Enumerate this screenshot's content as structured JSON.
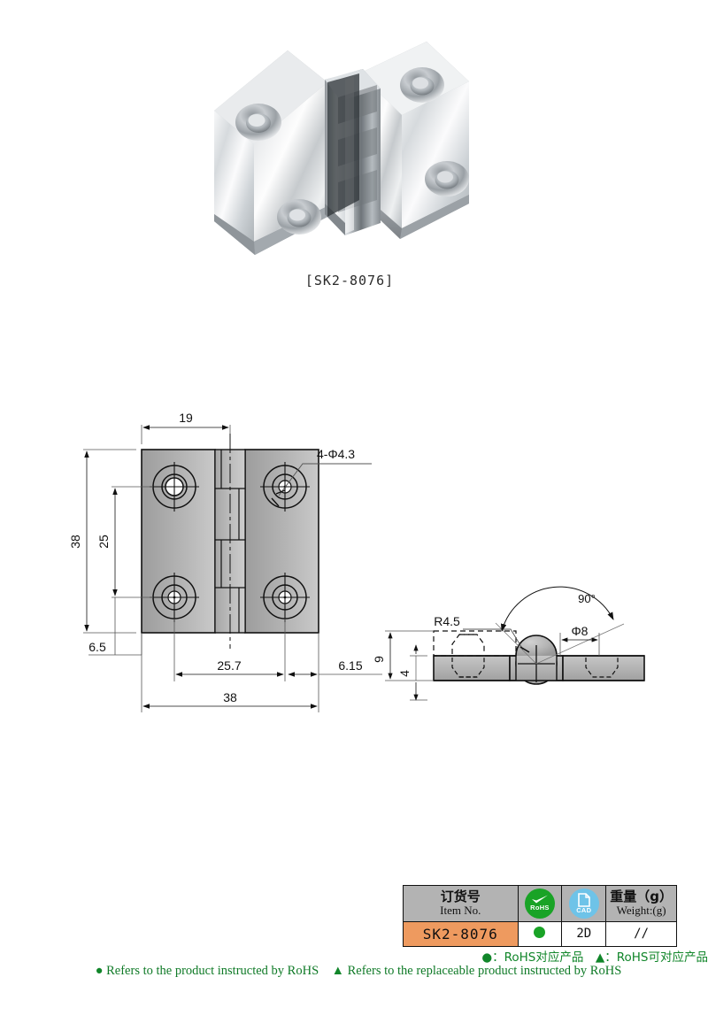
{
  "product": {
    "caption": "[SK2-8076]",
    "image_alt": "stainless-steel-butt-hinge-photo"
  },
  "front_view": {
    "dimensions": {
      "width_top": "19",
      "hole_callout": "4-Φ4.3",
      "height_overall": "38",
      "hole_spacing_vertical": "25",
      "edge_offset_bottom": "6.5",
      "hole_spacing_horizontal": "25.7",
      "edge_offset_right": "6.15",
      "width_overall": "38"
    }
  },
  "side_view": {
    "dimensions": {
      "knuckle_radius": "R4.5",
      "pin_diameter": "Φ8",
      "opening_angle": "90°",
      "thickness_overall": "9",
      "leaf_thickness": "4"
    }
  },
  "spec_table": {
    "headers": {
      "item_no_cn": "订货号",
      "item_no_en": "Item No.",
      "rohs_label": "RoHS",
      "cad_label": "CAD",
      "weight_cn": "重量（g）",
      "weight_en": "Weight:(g)"
    },
    "rows": [
      {
        "item_no": "SK2-8076",
        "rohs": "●",
        "cad": "2D",
        "weight": "//"
      }
    ]
  },
  "legend": {
    "chinese": "●：RoHS对应产品　▲：RoHS可对应产品",
    "english_circle_symbol": "●",
    "english_circle_text": "Refers to the product instructed by RoHS",
    "english_triangle_symbol": "▲",
    "english_triangle_text": "Refers to the replaceable product instructed by RoHS"
  },
  "colors": {
    "header_gray": "#b3b3b3",
    "item_orange": "#ee9a5f",
    "rohs_green": "#19a326",
    "cad_blue": "#6ec3e8",
    "legend_green": "#11862a"
  }
}
